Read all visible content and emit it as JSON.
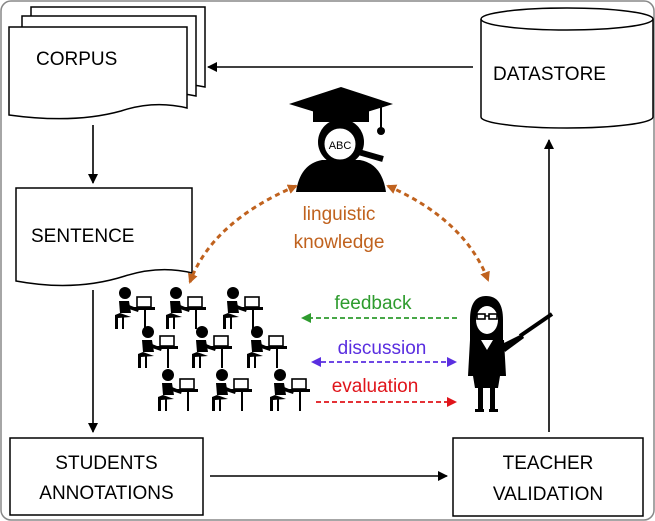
{
  "nodes": {
    "corpus": "CORPUS",
    "datastore": "DATASTORE",
    "sentence": "SENTENCE",
    "students_line1": "STUDENTS",
    "students_line2": "ANNOTATIONS",
    "teacher_line1": "TEACHER",
    "teacher_line2": "VALIDATION",
    "professor_badge": "ABC"
  },
  "labels": {
    "knowledge_line1": "linguistic",
    "knowledge_line2": "knowledge",
    "feedback": "feedback",
    "discussion": "discussion",
    "evaluation": "evaluation"
  },
  "colors": {
    "knowledge": "#c0621e",
    "feedback": "#2e9b2e",
    "discussion": "#5a2ee0",
    "evaluation": "#e0141a"
  },
  "icons": {
    "professor": "graduate-with-magnifier-icon",
    "students": "classroom-students-at-laptops-icon",
    "teacher": "teacher-with-pointer-icon"
  }
}
